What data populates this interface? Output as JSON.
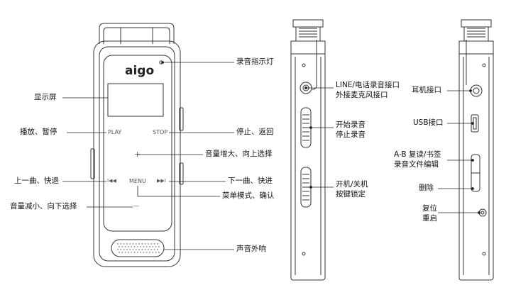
{
  "device": {
    "logo": "aigo",
    "keys": {
      "play": "PLAY",
      "stop": "STOP",
      "plus": "+",
      "prev": "I◀◀",
      "menu": "MENU",
      "next": "▶▶I",
      "minus": "—"
    }
  },
  "callouts_front": {
    "display": "显示屏",
    "rec_light": "录音指示灯",
    "play_pause": "播放、暂停",
    "stop_back": "停止、返回",
    "vol_up": "音量增大、向上选择",
    "prev": "上一曲、快退",
    "next": "下一曲、快进",
    "menu": "菜单模式、确认",
    "vol_down": "音量减小、向下选择",
    "speaker": "声音外响"
  },
  "callouts_side_left": {
    "line_in_1": "LINE/电话录音接口",
    "line_in_2": "外接麦克风接口",
    "rec_1": "开始录音",
    "rec_2": "停止录音",
    "power_1": "开机/关机",
    "power_2": "按键锁定"
  },
  "callouts_side_right": {
    "earphone": "耳机接口",
    "usb": "USB接口",
    "ab_1": "A-B 复读/书签",
    "ab_2": "录音文件编辑",
    "delete": "删除",
    "reset_1": "复位",
    "reset_2": "重启"
  }
}
